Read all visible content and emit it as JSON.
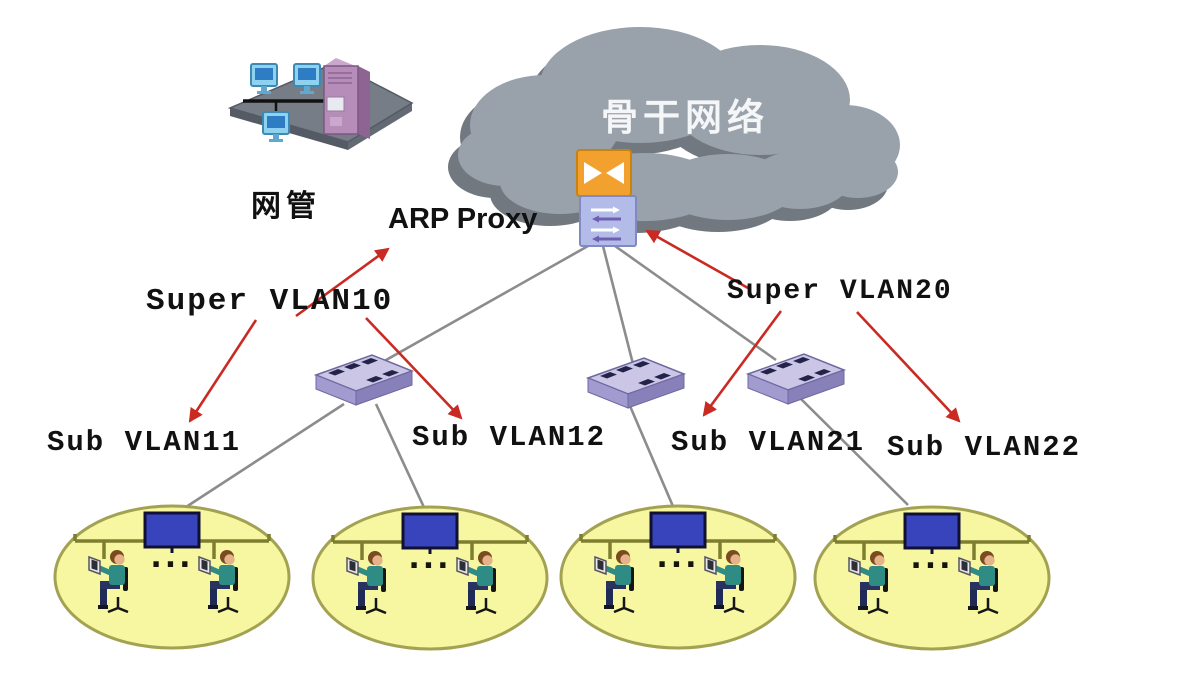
{
  "labels": {
    "backbone": "骨干网络",
    "management": "网管",
    "arp_proxy": "ARP Proxy",
    "super_vlan_10": "Super VLAN10",
    "super_vlan_20": "Super VLAN20",
    "sub_vlan_11": "Sub VLAN11",
    "sub_vlan_12": "Sub VLAN12",
    "sub_vlan_21": "Sub VLAN21",
    "sub_vlan_22": "Sub VLAN22",
    "ellipsis": "..."
  },
  "topology": {
    "links": [
      [
        "arp-proxy-router",
        "switch-1"
      ],
      [
        "arp-proxy-router",
        "switch-2"
      ],
      [
        "arp-proxy-router",
        "switch-3"
      ],
      [
        "switch-1",
        "lan-segment-1"
      ],
      [
        "switch-1",
        "lan-segment-2"
      ],
      [
        "switch-2",
        "lan-segment-3"
      ],
      [
        "switch-3",
        "lan-segment-4"
      ]
    ],
    "red_arrows": [
      [
        "Super VLAN10",
        "ARP Proxy"
      ],
      [
        "Super VLAN10",
        "Sub VLAN11"
      ],
      [
        "Super VLAN10",
        "Sub VLAN12"
      ],
      [
        "Super VLAN20",
        "arp-proxy-router"
      ],
      [
        "Super VLAN20",
        "Sub VLAN21"
      ],
      [
        "Super VLAN20",
        "Sub VLAN22"
      ]
    ],
    "lan_segment_contents": "monitor, shared bus, two seated users with laptops, ellipsis"
  },
  "colors": {
    "background": "#FFFFFF",
    "cloud_fill": "#99A1AB",
    "cloud_shadow": "#717880",
    "cloud_text": "#F4F6F8",
    "router_top": "#F2A12E",
    "router_top_edge": "#C9820E",
    "router_body": "#B3BCE8",
    "router_body_edge": "#8089C0",
    "switch_top": "#CBC6E6",
    "switch_front": "#A29BD0",
    "switch_side": "#8880B8",
    "switch_edge": "#6F68A0",
    "lan_fill": "#F7F7A2",
    "lan_stroke": "#A2A252",
    "lan_bus": "#7E7E30",
    "monitor_screen": "#3744BC",
    "monitor_edge": "#101035",
    "link_line": "#8C8C8C",
    "arrow_red": "#C92A22",
    "label_text": "#111111",
    "platform": "#767D86",
    "platform_edge": "#545B64",
    "station_pc": "#8ED2F0",
    "station_pc_screen": "#2E7CC4",
    "station_tower": "#B68CB8",
    "station_tower_side": "#8E6492",
    "person_shirt": "#2F8C85",
    "person_hair": "#7A4A21",
    "person_skin": "#E6B28A"
  }
}
